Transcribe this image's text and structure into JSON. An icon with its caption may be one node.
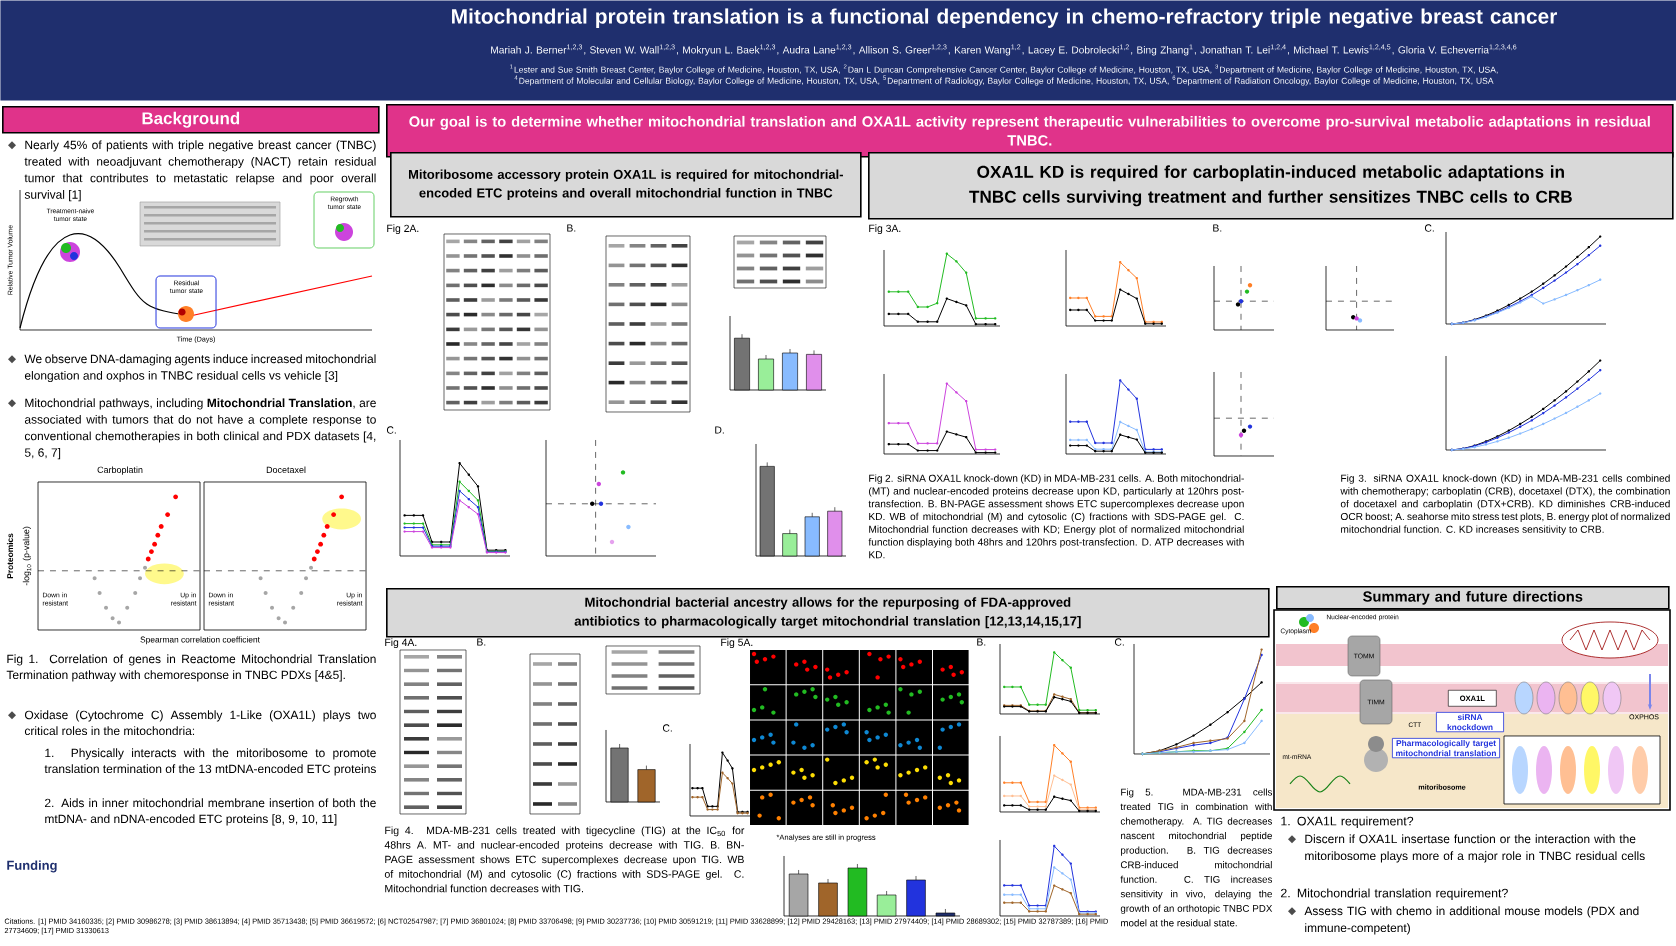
{
  "diagram": {
    "nodes": [
      {
        "text": [
          "Mitochondrial protein translation is a functional dependency in chemo-refractory triple negative breast cancer",
          "Mariah J. Berner$^{1,2,3}$, Steven W. Wall$^{1,2,3}$, Mokryun L. Baek$^{1,2,3}$, Audra Lane$^{1,2,3}$, Allison S. Greer$^{1,2,3}$, Karen Wang$^{1,2}$, Lacey E. Dobrolecki$^{1,2}$, Bing Zhang$^{1}$, Jonathan T. Lei$^{1,2,4}$, Michael T. Lewis$^{1,2,4,5}$, Gloria V. Echeverria$^{1,2,3,4,6}$",
          "$^{1}$Lester and Sue Smith Breast Center, Baylor College of Medicine, Houston, TX, USA, $^{2}$Dan L Duncan Comprehensive Cancer Center, Baylor College of Medicine, Houston, TX, USA, $^{3}$Department of Medicine, Baylor College of Medicine, Houston, TX, USA, $^{4}$Department of Molecular and Cellular Biology, Baylor College of Medicine, Houston, TX, USA, $^{5}$Department of Radiology, Baylor College of Medicine, Houston, TX, USA, $^{6}$Department of Radiation Oncology, Baylor College of Medicine, Houston, TX, USA"
        ]
      },
      {
        "text": [
          "Background"
        ]
      },
      {
        "text": [
          "Our goal is to determine whether mitochondrial translation and OXA1L activity represent therapeutic vulnerabilities to overcome pro-survival metabolic adaptations in residual TNBC."
        ]
      },
      {
        "text": [
          "Mitoribosome accessory protein OXA1L is required for mitochondrial-encoded ETC proteins and overall mitochondrial function in TNBC"
        ]
      },
      {
        "text": [
          "OXA1L KD is required for carboplatin-induced metabolic adaptations in TNBC cells surviving treatment and further sensitizes TNBC cells to CRB"
        ]
      },
      {
        "text": [
          "Mitochondrial bacterial ancestry allows for the repurposing of FDA-approved antibiotics to pharmacologically target mitochondrial translation [12,13,14,15,17]"
        ]
      },
      {
        "text": [
          "Summary and future directions"
        ]
      },
      {
        "text": [
          "OXA1L"
        ]
      },
      {
        "text": [
          "siRNA knockdown"
        ]
      },
      {
        "text": [
          "Pharmacologically target mitochondrial translation"
        ]
      }
    ],
    "labels": [
      "Nearly 45% of patients with triple negative breast cancer (TNBC) treated with neoadjuvant chemotherapy (NACT) retain residual tumor that contributes to metastatic relapse and poor overall survival [1]",
      "Treatment-naive tumor state",
      "Residual tumor state",
      "Regrowth tumor state",
      "Relative Tumor Volume",
      "Time (Days)",
      "We observe DNA-damaging agents induce increased mitochondrial elongation and oxphos in TNBC residual cells vs vehicle [3]",
      "Mitochondrial pathways, including **Mitochondrial Translation**, are associated with tumors that do not have a complete response to conventional chemotherapies in both clinical and PDX datasets [4, 5, 6, 7]",
      "Carboplatin",
      "Docetaxel",
      "Proteomics",
      "-log$_{10}$ (p-value)",
      "Down in resistant",
      "Up in resistant",
      "Down in resistant",
      "Up in resistant",
      "Spearman correlation coefficient",
      "Fig 1. Correlation of genes in Reactome Mitochondrial Translation Termination pathway with chemoresponse in TNBC PDXs [4&5].",
      "Oxidase (Cytochrome C) Assembly 1-Like (OXA1L) plays two critical roles in the mitochondria:",
      "1. Physically interacts with the mitoribosome to promote translation termination of the 13 mtDNA-encoded ETC proteins",
      "2. Aids in inner mitochondrial membrane insertion of both the mtDNA- and nDNA-encoded ETC proteins [8, 9, 10, 11]",
      "Funding",
      "Citations. [1] PMID 34160335; [2] PMID 30986278; [3] PMID 38613894; [4] PMID 35713438; [5] PMID 36619572; [6] NCT02547987; [7] PMID 36801024; [8] PMID 33706498; [9] PMID 30237736; [10] PMID 30591219; [11] PMID 33628899; [12] PMID 29428163; [13] PMID 27974409; [14] PMID 28689302; [15] PMID 32787389; [16] PMID 27734609; [17] PMID 31330613",
      "Fig 2A.",
      "B.",
      "C.",
      "D.",
      "Fig 2. siRNA OXA1L knock-down (KD) in MDA-MB-231 cells. A. Both mitochondrial- (MT) and nuclear-encoded proteins decrease upon KD, particularly at 120hrs post-transfection. B. BN-PAGE assessment shows ETC supercomplexes decrease upon KD. WB of mitochondrial (M) and cytosolic (C) fractions with SDS-PAGE gel. C. Mitochondrial function decreases with KD; Energy plot of normalized mitochondrial function displaying both 48hrs and 120hrs post-transfection. D. ATP decreases with KD.",
      "Fig 3A.",
      "B.",
      "C.",
      "Fig 3. siRNA OXA1L knock-down (KD) in MDA-MB-231 cells combined with chemotherapy; carboplatin (CRB), docetaxel (DTX), the combination of docetaxel and carboplatin (DTX+CRB). KD diminishes CRB-induced OCR boost; A. seahorse mito stress test plots, B. energy plot of normalized mitochondrial function. C. KD increases sensitivity to CRB.",
      "Fig 4A.",
      "B.",
      "C.",
      "Fig 4. MDA-MB-231 cells treated with tigecycline (TIG) at the IC$_{50}$ for 48hrs A. MT- and nuclear-encoded proteins decrease with TIG. B. BN-PAGE assessment shows ETC supercomplexes decrease upon TIG. WB of mitochondrial (M) and cytosolic (C) fractions with SDS-PAGE gel. C. Mitochondrial function decreases with TIG.",
      "Fig 5A.",
      "*Analyses are still in progress",
      "B.",
      "C.",
      "Fig 5. MDA-MB-231 cells treated TIG in combination with chemotherapy. A. TIG decreases nascent mitochondrial peptide production. B. TIG decreases CRB-induced mitochondrial function. C. TIG increases sensitivity in vivo, delaying the growth of an orthotopic TNBC PDX model at the residual state.",
      "Nuclear-encoded protein",
      "Cytoplasm",
      "TOMM",
      "TIMM",
      "mt-mRNA",
      "CTT",
      "mitoribosome",
      "OXPHOS",
      "1. OXA1L requirement?",
      "Discern if OXA1L insertase function or the interaction with the mitoribosome plays more of a major role in TNBC residual cells",
      "2. Mitochondrial translation requirement?",
      "Assess TIG with chemo in additional mouse models (PDX and immune-competent)"
    ]
  }
}
